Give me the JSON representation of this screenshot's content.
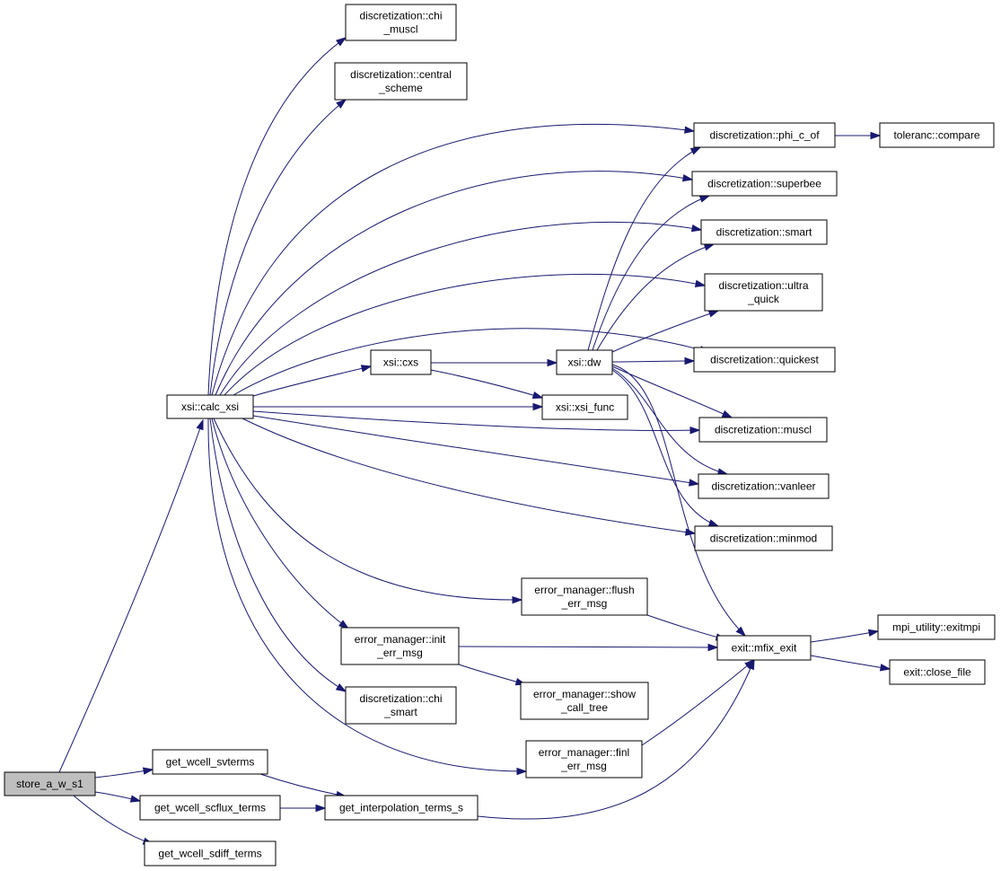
{
  "graph": {
    "nodes": [
      {
        "id": "store_a_w_s1",
        "lines": [
          "store_a_w_s1"
        ],
        "root": true
      },
      {
        "id": "calc_xsi",
        "lines": [
          "xsi::calc_xsi"
        ]
      },
      {
        "id": "get_wcell_svterms",
        "lines": [
          "get_wcell_svterms"
        ]
      },
      {
        "id": "get_wcell_scflux_terms",
        "lines": [
          "get_wcell_scflux_terms"
        ]
      },
      {
        "id": "get_wcell_sdiff_terms",
        "lines": [
          "get_wcell_sdiff_terms"
        ]
      },
      {
        "id": "get_interpolation_terms_s",
        "lines": [
          "get_interpolation_terms_s"
        ]
      },
      {
        "id": "chi_muscl",
        "lines": [
          "discretization::chi",
          "_muscl"
        ]
      },
      {
        "id": "central_scheme",
        "lines": [
          "discretization::central",
          "_scheme"
        ]
      },
      {
        "id": "phi_c_of",
        "lines": [
          "discretization::phi_c_of"
        ]
      },
      {
        "id": "compare",
        "lines": [
          "toleranc::compare"
        ]
      },
      {
        "id": "superbee",
        "lines": [
          "discretization::superbee"
        ]
      },
      {
        "id": "smart",
        "lines": [
          "discretization::smart"
        ]
      },
      {
        "id": "ultra_quick",
        "lines": [
          "discretization::ultra",
          "_quick"
        ]
      },
      {
        "id": "quickest",
        "lines": [
          "discretization::quickest"
        ]
      },
      {
        "id": "cxs",
        "lines": [
          "xsi::cxs"
        ]
      },
      {
        "id": "dw",
        "lines": [
          "xsi::dw"
        ]
      },
      {
        "id": "xsi_func",
        "lines": [
          "xsi::xsi_func"
        ]
      },
      {
        "id": "muscl",
        "lines": [
          "discretization::muscl"
        ]
      },
      {
        "id": "vanleer",
        "lines": [
          "discretization::vanleer"
        ]
      },
      {
        "id": "minmod",
        "lines": [
          "discretization::minmod"
        ]
      },
      {
        "id": "flush_err_msg",
        "lines": [
          "error_manager::flush",
          "_err_msg"
        ]
      },
      {
        "id": "init_err_msg",
        "lines": [
          "error_manager::init",
          "_err_msg"
        ]
      },
      {
        "id": "mfix_exit",
        "lines": [
          "exit::mfix_exit"
        ]
      },
      {
        "id": "exitmpi",
        "lines": [
          "mpi_utility::exitmpi"
        ]
      },
      {
        "id": "close_file",
        "lines": [
          "exit::close_file"
        ]
      },
      {
        "id": "chi_smart",
        "lines": [
          "discretization::chi",
          "_smart"
        ]
      },
      {
        "id": "show_call_tree",
        "lines": [
          "error_manager::show",
          "_call_tree"
        ]
      },
      {
        "id": "finl_err_msg",
        "lines": [
          "error_manager::finl",
          "_err_msg"
        ]
      }
    ],
    "edges": [
      [
        "store_a_w_s1",
        "calc_xsi"
      ],
      [
        "store_a_w_s1",
        "get_wcell_svterms"
      ],
      [
        "store_a_w_s1",
        "get_wcell_scflux_terms"
      ],
      [
        "store_a_w_s1",
        "get_wcell_sdiff_terms"
      ],
      [
        "get_wcell_svterms",
        "get_interpolation_terms_s"
      ],
      [
        "get_wcell_scflux_terms",
        "get_interpolation_terms_s"
      ],
      [
        "get_interpolation_terms_s",
        "mfix_exit"
      ],
      [
        "calc_xsi",
        "chi_muscl"
      ],
      [
        "calc_xsi",
        "central_scheme"
      ],
      [
        "calc_xsi",
        "phi_c_of"
      ],
      [
        "calc_xsi",
        "superbee"
      ],
      [
        "calc_xsi",
        "smart"
      ],
      [
        "calc_xsi",
        "ultra_quick"
      ],
      [
        "calc_xsi",
        "quickest"
      ],
      [
        "calc_xsi",
        "cxs"
      ],
      [
        "calc_xsi",
        "xsi_func"
      ],
      [
        "calc_xsi",
        "muscl"
      ],
      [
        "calc_xsi",
        "vanleer"
      ],
      [
        "calc_xsi",
        "minmod"
      ],
      [
        "calc_xsi",
        "flush_err_msg"
      ],
      [
        "calc_xsi",
        "init_err_msg"
      ],
      [
        "calc_xsi",
        "chi_smart"
      ],
      [
        "calc_xsi",
        "finl_err_msg"
      ],
      [
        "cxs",
        "dw"
      ],
      [
        "cxs",
        "xsi_func"
      ],
      [
        "dw",
        "phi_c_of"
      ],
      [
        "dw",
        "superbee"
      ],
      [
        "dw",
        "smart"
      ],
      [
        "dw",
        "ultra_quick"
      ],
      [
        "dw",
        "quickest"
      ],
      [
        "dw",
        "muscl"
      ],
      [
        "dw",
        "vanleer"
      ],
      [
        "dw",
        "minmod"
      ],
      [
        "dw",
        "mfix_exit"
      ],
      [
        "phi_c_of",
        "compare"
      ],
      [
        "flush_err_msg",
        "mfix_exit"
      ],
      [
        "init_err_msg",
        "mfix_exit"
      ],
      [
        "init_err_msg",
        "show_call_tree"
      ],
      [
        "finl_err_msg",
        "mfix_exit"
      ],
      [
        "mfix_exit",
        "exitmpi"
      ],
      [
        "mfix_exit",
        "close_file"
      ]
    ],
    "colors": {
      "edge": "#191970",
      "root_fill": "#bfbfbf",
      "node_fill": "#ffffff",
      "border": "#000000"
    }
  }
}
